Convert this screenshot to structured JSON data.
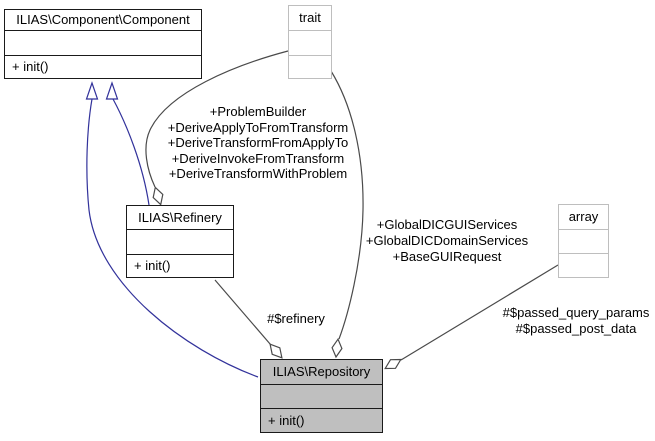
{
  "diagram_type": "uml-collaboration-graph",
  "colors": {
    "background": "#ffffff",
    "inheritance_edge": "#32329b",
    "member_edge": "#4a4a4a",
    "node_border": "#1a1a1a",
    "muted_node_border": "#bebebe",
    "highlight_node_fill": "#bfbfbf",
    "node_fill": "#ffffff",
    "label_text": "#000000"
  },
  "nodes": {
    "component": {
      "title": "ILIAS\\Component\\Component",
      "methods": "+ init()"
    },
    "trait": {
      "title": "trait"
    },
    "refinery": {
      "title": "ILIAS\\Refinery",
      "methods": "+ init()"
    },
    "array": {
      "title": "array"
    },
    "repository": {
      "title": "ILIAS\\Repository",
      "methods": "+ init()"
    }
  },
  "edges": {
    "trait_to_refinery": {
      "kind": "aggregation",
      "labels": [
        "+ProblemBuilder",
        "+DeriveApplyToFromTransform",
        "+DeriveTransformFromApplyTo",
        "+DeriveInvokeFromTransform",
        "+DeriveTransformWithProblem"
      ]
    },
    "trait_to_repository": {
      "kind": "aggregation",
      "labels": [
        "+GlobalDICGUIServices",
        "+GlobalDICDomainServices",
        "+BaseGUIRequest"
      ]
    },
    "refinery_to_repository": {
      "kind": "aggregation",
      "labels": [
        "#$refinery"
      ]
    },
    "array_to_repository": {
      "kind": "aggregation",
      "labels": [
        "#$passed_query_params",
        "#$passed_post_data"
      ]
    },
    "repository_to_component": {
      "kind": "inheritance"
    },
    "refinery_to_component": {
      "kind": "inheritance"
    }
  }
}
